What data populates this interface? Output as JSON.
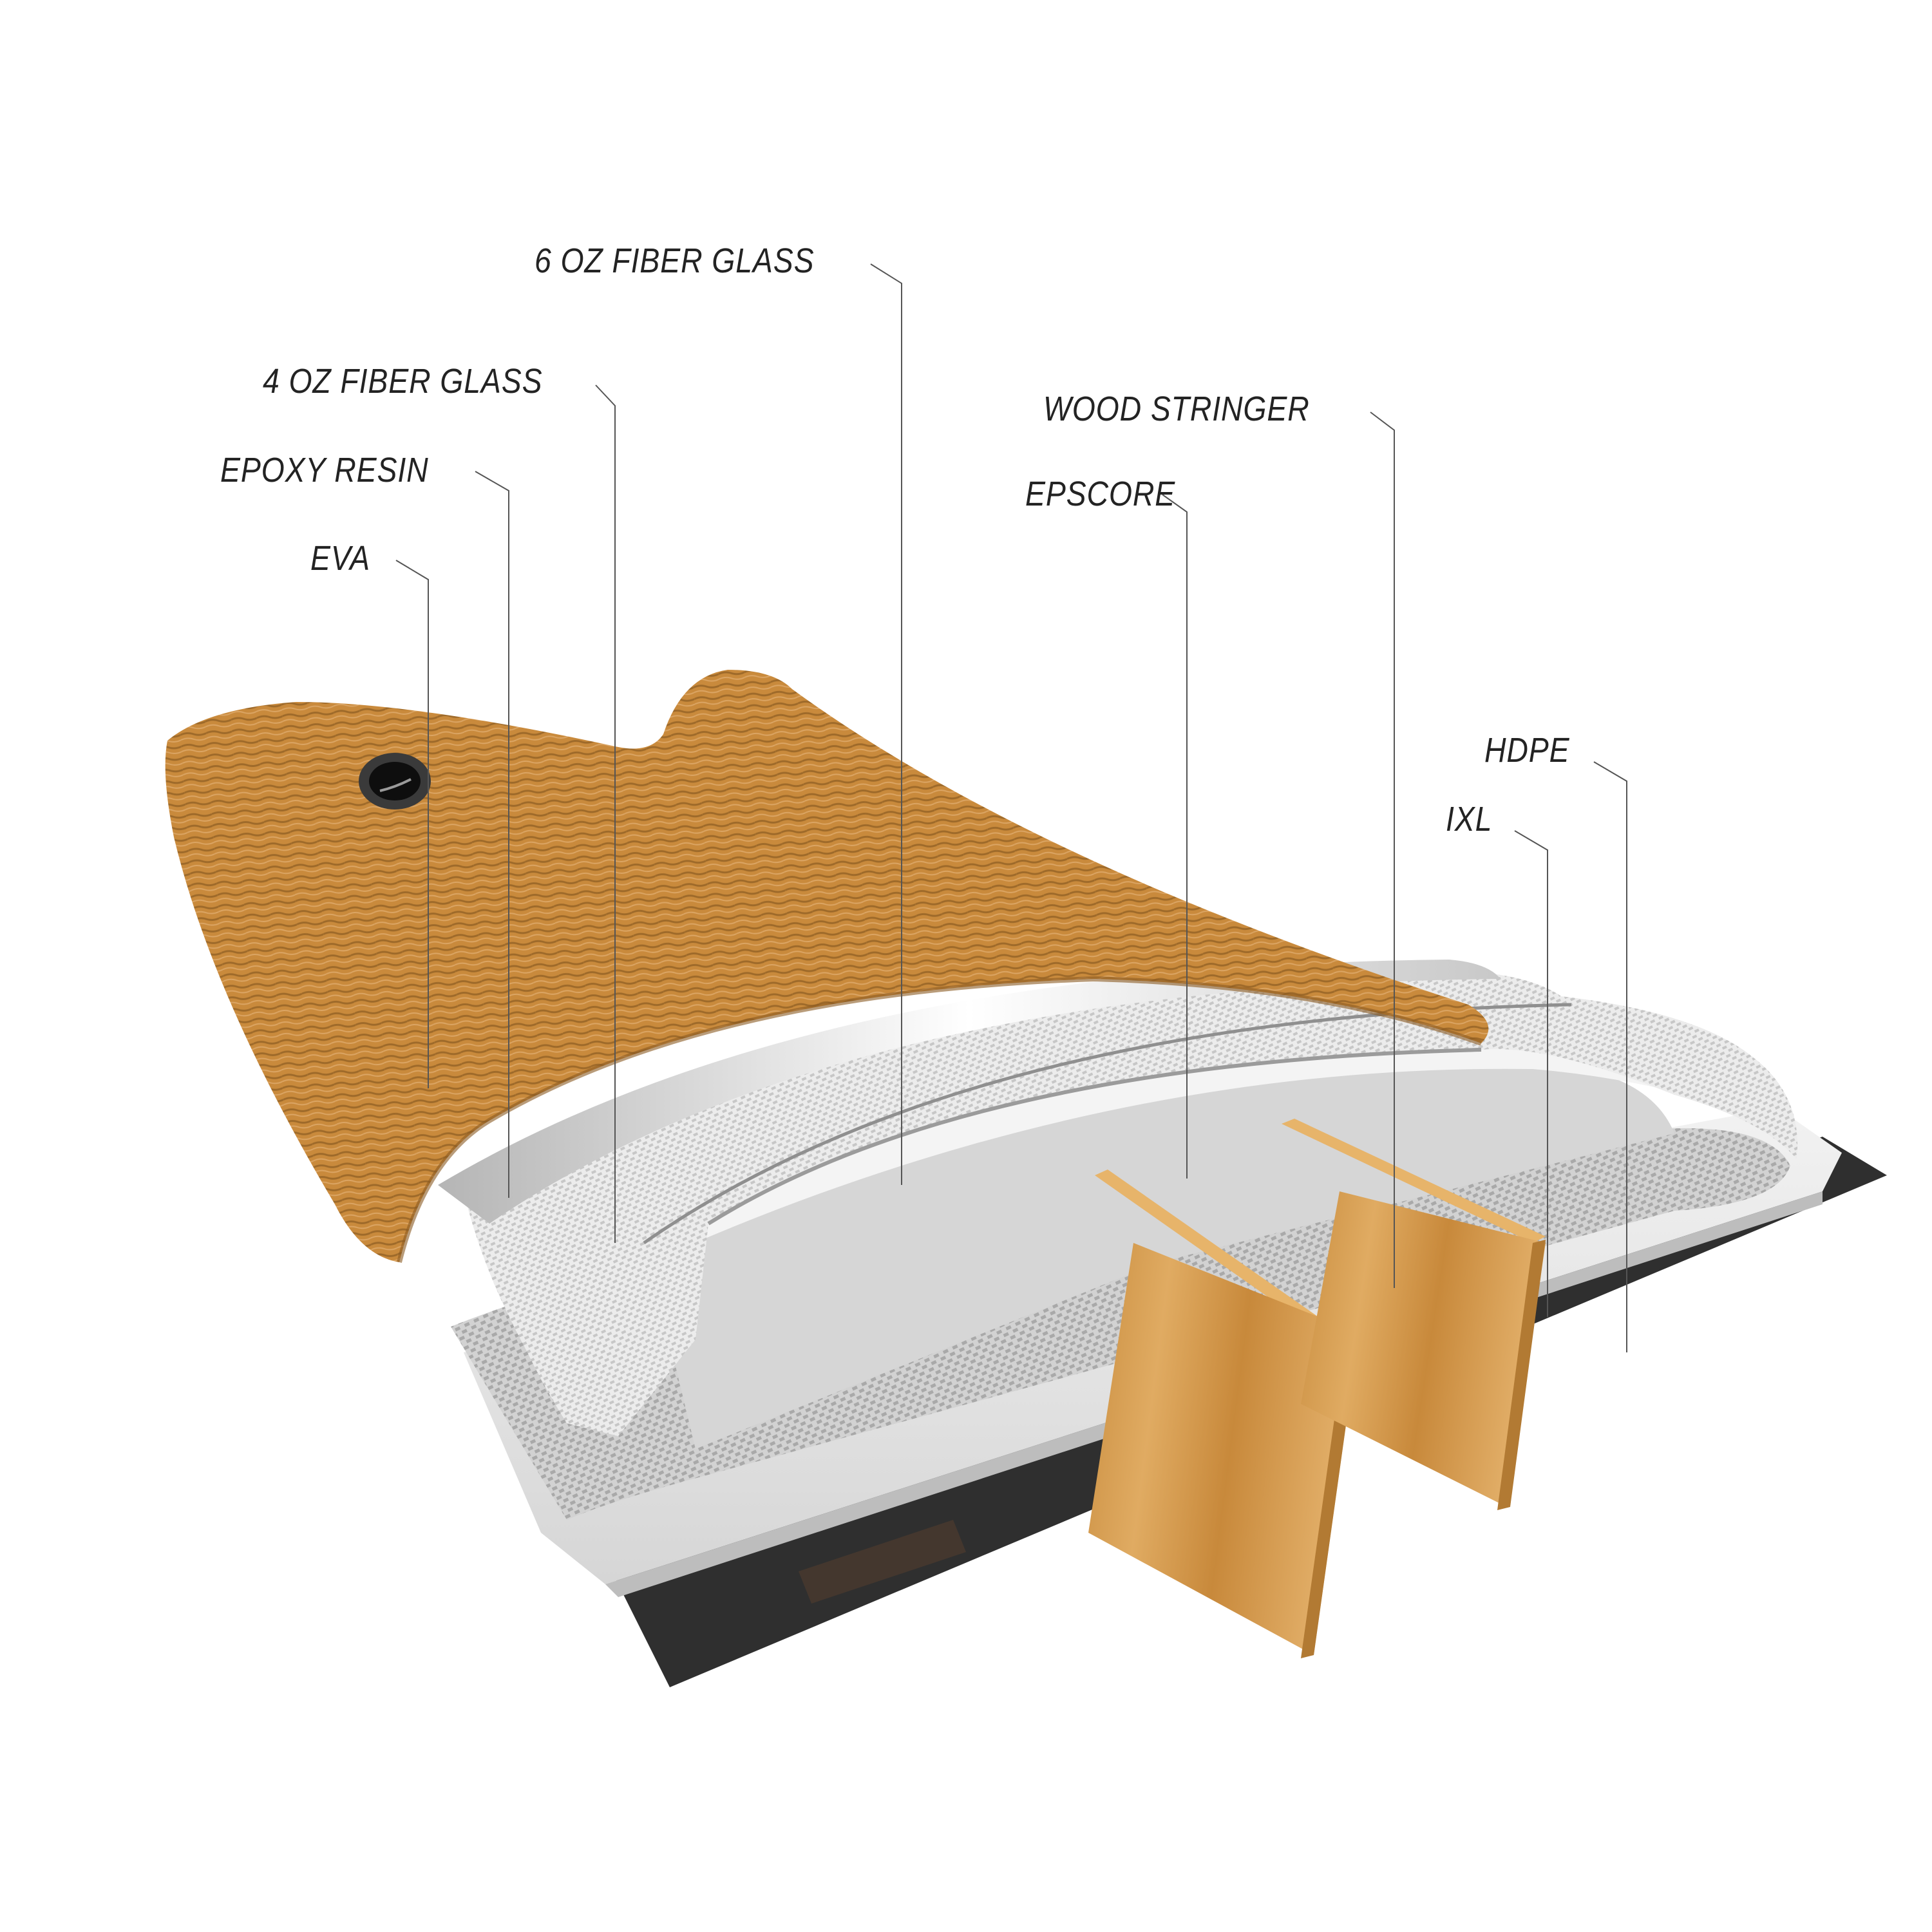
{
  "diagram": {
    "type": "exploded-layer-construction",
    "subject": "board cross-section layers",
    "colors": {
      "background": "#ffffff",
      "label_text": "#232323",
      "leader_line": "#555555",
      "eva": "#c98a3c",
      "eva_dark": "#9e6a2a",
      "fiberglass": "#e9e9e9",
      "fiberglass_shadow": "#b8b8b8",
      "epscore": "#d9d9d9",
      "wood": "#d9a253",
      "ixl": "#e6e6e6",
      "hdpe": "#2f2f2f",
      "grommet": "#3a3a3a"
    },
    "labels": [
      {
        "id": "fiberglass-6oz",
        "text": "6 OZ FIBER GLASS"
      },
      {
        "id": "fiberglass-4oz",
        "text": "4 OZ FIBER GLASS"
      },
      {
        "id": "epoxy-resin",
        "text": "EPOXY RESIN"
      },
      {
        "id": "eva",
        "text": "EVA"
      },
      {
        "id": "wood-stringer",
        "text": "WOOD STRINGER"
      },
      {
        "id": "epscore",
        "text": "EPSCORE"
      },
      {
        "id": "hdpe",
        "text": "HDPE"
      },
      {
        "id": "ixl",
        "text": "IXL"
      }
    ]
  }
}
